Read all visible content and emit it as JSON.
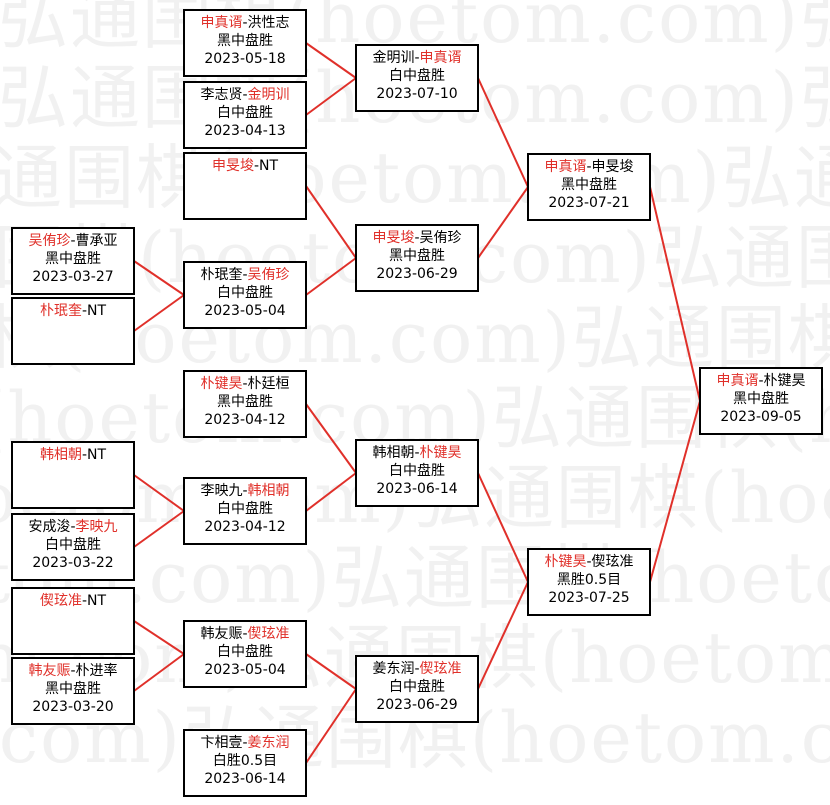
{
  "watermark": "弘通围棋(hoetom.com)",
  "colors": {
    "winner": "#e0302a",
    "line": "#e0302a",
    "text": "#000000",
    "border": "#000000"
  },
  "matches": [
    {
      "id": "r1a",
      "p1": "吴侑珍",
      "p2": "曹承亚",
      "winner": 1,
      "result": "黑中盘胜",
      "date": "2023-03-27"
    },
    {
      "id": "r1b",
      "p1": "朴珉奎",
      "p2": "NT",
      "winner": 1,
      "result": "",
      "date": ""
    },
    {
      "id": "r1c",
      "p1": "韩相朝",
      "p2": "NT",
      "winner": 1,
      "result": "",
      "date": ""
    },
    {
      "id": "r1d",
      "p1": "安成浚",
      "p2": "李映九",
      "winner": 2,
      "result": "白中盘胜",
      "date": "2023-03-22"
    },
    {
      "id": "r1e",
      "p1": "偰玹准",
      "p2": "NT",
      "winner": 1,
      "result": "",
      "date": ""
    },
    {
      "id": "r1f",
      "p1": "韩友赈",
      "p2": "朴进率",
      "winner": 1,
      "result": "黑中盘胜",
      "date": "2023-03-20"
    },
    {
      "id": "r2a",
      "p1": "申真谞",
      "p2": "洪性志",
      "winner": 1,
      "result": "黑中盘胜",
      "date": "2023-05-18"
    },
    {
      "id": "r2b",
      "p1": "李志贤",
      "p2": "金明训",
      "winner": 2,
      "result": "白中盘胜",
      "date": "2023-04-13"
    },
    {
      "id": "r2c",
      "p1": "申旻埈",
      "p2": "NT",
      "winner": 1,
      "result": "",
      "date": ""
    },
    {
      "id": "r2d",
      "p1": "朴珉奎",
      "p2": "吴侑珍",
      "winner": 2,
      "result": "白中盘胜",
      "date": "2023-05-04"
    },
    {
      "id": "r2e",
      "p1": "朴键昊",
      "p2": "朴廷桓",
      "winner": 1,
      "result": "黑中盘胜",
      "date": "2023-04-12"
    },
    {
      "id": "r2f",
      "p1": "李映九",
      "p2": "韩相朝",
      "winner": 2,
      "result": "白中盘胜",
      "date": "2023-04-12"
    },
    {
      "id": "r2g",
      "p1": "韩友赈",
      "p2": "偰玹准",
      "winner": 2,
      "result": "白中盘胜",
      "date": "2023-05-04"
    },
    {
      "id": "r2h",
      "p1": "卞相壹",
      "p2": "姜东润",
      "winner": 2,
      "result": "白胜0.5目",
      "date": "2023-06-14"
    },
    {
      "id": "r3a",
      "p1": "金明训",
      "p2": "申真谞",
      "winner": 2,
      "result": "白中盘胜",
      "date": "2023-07-10"
    },
    {
      "id": "r3b",
      "p1": "申旻埈",
      "p2": "吴侑珍",
      "winner": 1,
      "result": "黑中盘胜",
      "date": "2023-06-29"
    },
    {
      "id": "r3c",
      "p1": "韩相朝",
      "p2": "朴键昊",
      "winner": 2,
      "result": "白中盘胜",
      "date": "2023-06-14"
    },
    {
      "id": "r3d",
      "p1": "姜东润",
      "p2": "偰玹准",
      "winner": 2,
      "result": "白中盘胜",
      "date": "2023-06-29"
    },
    {
      "id": "r4a",
      "p1": "申真谞",
      "p2": "申旻埈",
      "winner": 1,
      "result": "黑中盘胜",
      "date": "2023-07-21"
    },
    {
      "id": "r4b",
      "p1": "朴键昊",
      "p2": "偰玹准",
      "winner": 1,
      "result": "黑胜0.5目",
      "date": "2023-07-25"
    },
    {
      "id": "final",
      "p1": "申真谞",
      "p2": "朴键昊",
      "winner": 1,
      "result": "黑中盘胜",
      "date": "2023-09-05"
    }
  ]
}
